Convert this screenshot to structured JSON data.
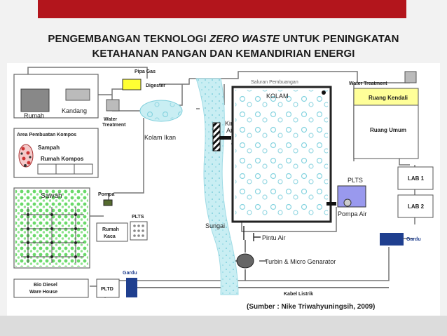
{
  "title": {
    "line1_a": "PENGEMBANGAN TEKNOLOGI ",
    "line1_em": "ZERO WASTE",
    "line1_b": " UNTUK PENINGKATAN",
    "line2": "KETAHANAN PANGAN DAN KEMANDIRIAN ENERGI"
  },
  "labels": {
    "pipa_gas": "Pipa Gas",
    "digester": "Digester",
    "rumah": "Rumah",
    "kandang": "Kandang",
    "water_treatment_left": "Water",
    "water_treatment_left2": "Treatment",
    "kolam_ikan": "Kolam Ikan",
    "area_kompos": "Area Pembuatan Kompos",
    "sampah": "Sampah",
    "rumah_kompos": "Rumah Kompos",
    "sawah": "Sawah",
    "pompa": "Pompa",
    "rumah_kaca_1": "Rumah",
    "rumah_kaca_2": "Kaca",
    "plts_small": "PLTS",
    "bio_diesel_1": "Bio Diesel",
    "bio_diesel_2": "Ware House",
    "pltd": "PLTD",
    "gardu_left": "Gardu",
    "sungai": "Sungai",
    "kincir_1": "Kincir",
    "kincir_2": "Air",
    "saluran": "Saluran Pembuangan",
    "kolam": "KOLAM",
    "water_treatment_right": "Water Treatment",
    "ruang_kendali": "Ruang Kendali",
    "ruang_umum": "Ruang Umum",
    "plts": "PLTS",
    "pompa_air": "Pompa Air",
    "lab1": "LAB 1",
    "lab2": "LAB 2",
    "gardu_right": "Gardu",
    "pintu_air": "Pintu Air",
    "turbin": "Turbin & Micro Genarator",
    "kabel": "Kabel Listrik"
  },
  "source": "(Sumber : Nike Triwahyuningsih, 2009)",
  "colors": {
    "red_bar": "#b3151c",
    "river": "#bfe6ee",
    "digester": "#ffff33",
    "ruang_kendali": "#ffff99",
    "gardu": "#1f3f8f",
    "sawah_dots": "#33cc33",
    "sampah": "#cc3333"
  }
}
